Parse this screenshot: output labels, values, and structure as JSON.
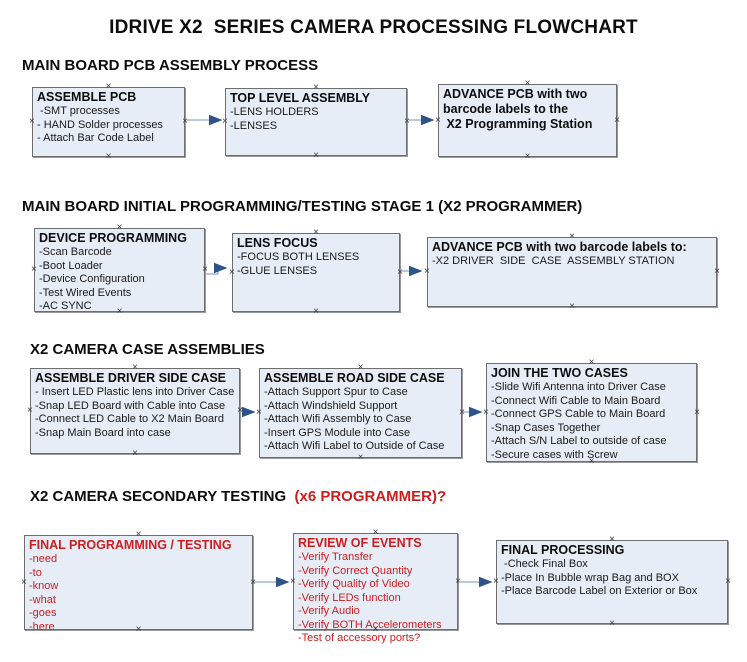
{
  "title": "IDRIVE X2  SERIES CAMERA PROCESSING FLOWCHART",
  "colors": {
    "box_fill": "#e7edf7",
    "box_border": "#6e6e6e",
    "arrow_line": "#a3b7d2",
    "arrow_head": "#2e5387",
    "red_text": "#cc1e1e",
    "black_text": "#111111"
  },
  "sections": {
    "s1": {
      "header": "MAIN BOARD PCB ASSEMBLY PROCESS"
    },
    "s2": {
      "header": "MAIN BOARD INITIAL PROGRAMMING/TESTING STAGE 1 (X2 PROGRAMMER)"
    },
    "s3": {
      "header": "X2 CAMERA CASE ASSEMBLIES"
    },
    "s4": {
      "header_black": "X2 CAMERA SECONDARY TESTING",
      "header_red": "  (x6 PROGRAMMER)?"
    }
  },
  "boxes": {
    "assemble_pcb": {
      "title": "ASSEMBLE PCB",
      "items": [
        " -SMT processes",
        "- HAND Solder processes",
        "- Attach Bar Code Label"
      ]
    },
    "top_level_assembly": {
      "title": "TOP LEVEL ASSEMBLY",
      "items": [
        "-LENS HOLDERS",
        "-LENSES"
      ]
    },
    "advance_pcb_station": {
      "lines": [
        "ADVANCE PCB with two",
        "barcode labels to the",
        " X2 Programming Station"
      ]
    },
    "device_programming": {
      "title": "DEVICE PROGRAMMING",
      "items": [
        "-Scan Barcode",
        "-Boot Loader",
        "-Device Configuration",
        "-Test Wired Events",
        "-AC SYNC"
      ]
    },
    "lens_focus": {
      "title": "LENS FOCUS",
      "items": [
        "-FOCUS BOTH LENSES",
        "-GLUE LENSES"
      ]
    },
    "advance_pcb_driver": {
      "title": "ADVANCE PCB with two barcode labels to:",
      "items": [
        "-X2 DRIVER  SIDE  CASE  ASSEMBLY STATION"
      ]
    },
    "assemble_driver_case": {
      "title": "ASSEMBLE DRIVER SIDE CASE",
      "items": [
        "- Insert LED Plastic lens into Driver Case",
        "-Snap LED Board with Cable into Case",
        "-Connect LED Cable to X2 Main Board",
        "-Snap Main Board into case"
      ]
    },
    "assemble_road_case": {
      "title": "ASSEMBLE ROAD SIDE CASE",
      "items": [
        "-Attach Support Spur to Case",
        "-Attach Windshield Support",
        "-Attach Wifi Assembly to Case",
        "-Insert GPS Module into Case",
        "-Attach Wifi Label to Outside of Case"
      ]
    },
    "join_two_cases": {
      "title": "JOIN THE TWO CASES",
      "items": [
        "-Slide Wifi Antenna into Driver Case",
        "-Connect Wifi Cable to Main Board",
        "-Connect GPS Cable to Main Board",
        "-Snap Cases Together",
        "-Attach S/N Label to outside of case",
        "-Secure cases with Screw"
      ]
    },
    "final_programming": {
      "title": "FINAL PROGRAMMING / TESTING",
      "items": [
        "-need",
        "-to",
        "-know",
        "-what",
        "-goes",
        "-here"
      ]
    },
    "review_of_events": {
      "title": "REVIEW OF EVENTS",
      "items": [
        "-Verify Transfer",
        "-Verify Correct Quantity",
        "-Verify Quality of Video",
        "-Verify LEDs function",
        "-Verify Audio",
        "-Verify BOTH Accelerometers",
        "-Test of accessory ports?"
      ]
    },
    "final_processing": {
      "title": "FINAL PROCESSING",
      "items": [
        " -Check Final Box",
        "-Place In Bubble wrap Bag and BOX",
        "-Place Barcode Label on Exterior or Box"
      ]
    }
  }
}
